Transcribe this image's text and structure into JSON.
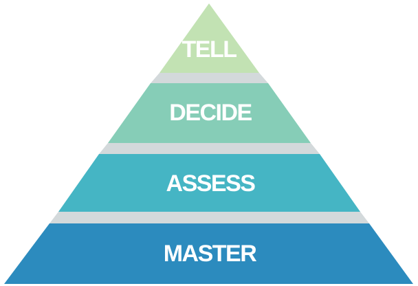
{
  "pyramid": {
    "tiers": [
      {
        "label": "TELL",
        "color": "#c2e2b3"
      },
      {
        "label": "DECIDE",
        "color": "#86cdb7"
      },
      {
        "label": "ASSESS",
        "color": "#45b5c4"
      },
      {
        "label": "MASTER",
        "color": "#2c8bbe"
      }
    ],
    "gap_color": "#d3d9db"
  }
}
